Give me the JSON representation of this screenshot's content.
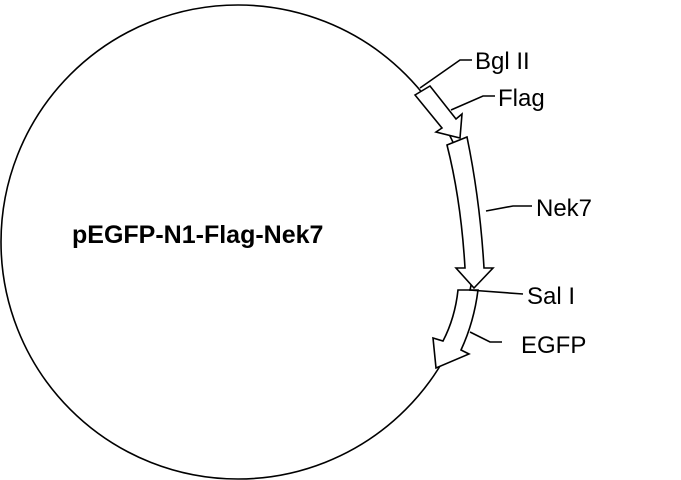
{
  "plasmid": {
    "name": "pEGFP-N1-Flag-Nek7"
  },
  "features": [
    {
      "id": "bglii",
      "label": "Bgl II",
      "kind": "site"
    },
    {
      "id": "flag",
      "label": "Flag",
      "kind": "segment"
    },
    {
      "id": "nek7",
      "label": "Nek7",
      "kind": "segment"
    },
    {
      "id": "sali",
      "label": "Sal I",
      "kind": "site"
    },
    {
      "id": "egfp",
      "label": "EGFP",
      "kind": "segment"
    }
  ]
}
